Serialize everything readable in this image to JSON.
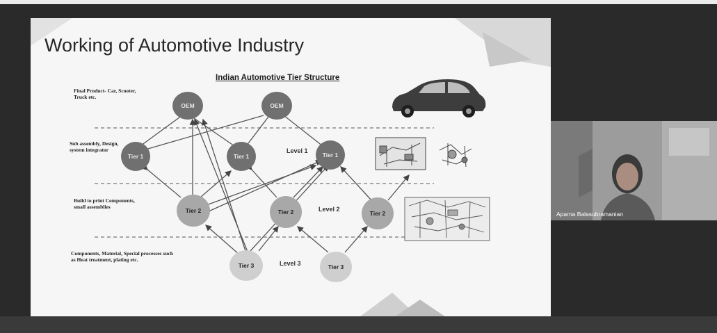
{
  "slide": {
    "title": "Working of Automotive Industry",
    "subtitle": "Indian Automotive Tier Structure",
    "row_labels": [
      "Final Product- Car, Scooter, Truck etc.",
      "Sub assembly, Design, system integrator",
      "Build to print Components, small assemblies",
      "Components, Material, Special processes such as Heat treatment, plating etc."
    ],
    "nodes": {
      "oem_1": "OEM",
      "oem_2": "OEM",
      "tier1_a": "Tier 1",
      "tier1_b": "Tier 1",
      "tier1_c": "Tier 1",
      "tier2_a": "Tier 2",
      "tier2_b": "Tier 2",
      "tier2_c": "Tier 2",
      "tier3_a": "Tier 3",
      "tier3_b": "Tier 3"
    },
    "levels": {
      "level1": "Level 1",
      "level2": "Level 2",
      "level3": "Level 3"
    }
  },
  "participant": {
    "name": "Aparna Balasubramanian"
  },
  "colors": {
    "node_dark": "#707070",
    "node_mid": "#a8a8a8",
    "node_light": "#cfcfcf",
    "slide_bg": "#f6f6f6",
    "meeting_bg": "#2a2a2a"
  },
  "icons": [
    "car-icon",
    "car-assembly-sketch-icon",
    "component-sketch-icon",
    "participant-video-icon"
  ]
}
